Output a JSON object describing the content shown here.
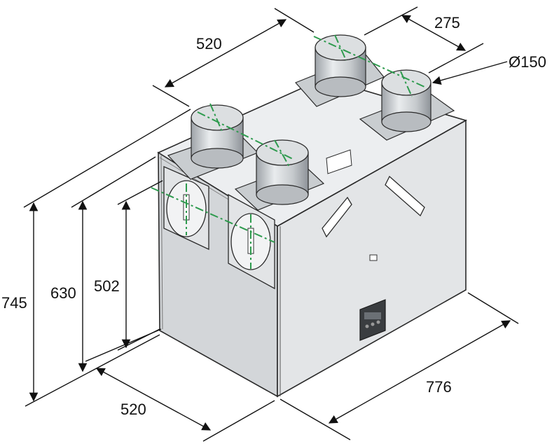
{
  "dimensions": {
    "top_width": "520",
    "top_depth_offset": "275",
    "duct_diameter": "Ø150",
    "height_total": "745",
    "height_body": "630",
    "height_panel": "502",
    "front_width": "520",
    "side_length": "776"
  },
  "colors": {
    "body_side": "#e4e6e8",
    "body_front": "#d2d5d8",
    "body_top": "#eceef0",
    "outline": "#2a2a2a",
    "centerline": "#2e9b4e"
  },
  "icons": [
    "control-panel-icon",
    "duct-collar-icon",
    "inspection-hatch-icon"
  ]
}
